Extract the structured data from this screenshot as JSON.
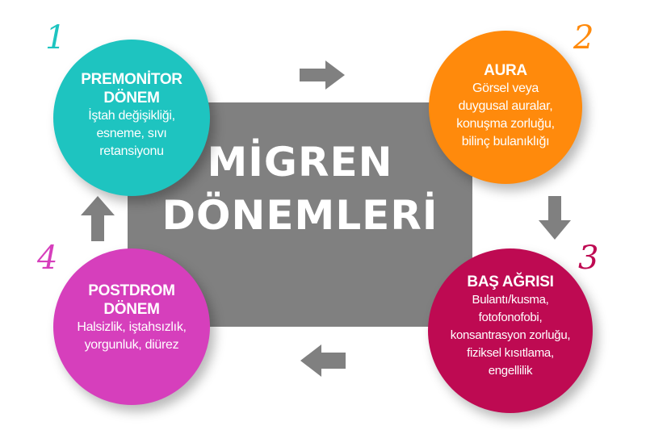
{
  "diagram": {
    "title_line1": "MİGREN",
    "title_line2": "DÖNEMLERİ",
    "colors": {
      "center_box": "#808080",
      "arrow": "#808080",
      "stage1": "#1ec4c0",
      "stage2": "#ff8a0c",
      "stage3": "#be0a52",
      "stage4": "#d63fbc"
    },
    "stages": [
      {
        "number": "1",
        "title_line1": "PREMONİTOR",
        "title_line2": "DÖNEM",
        "desc": [
          "İştah değişikliği,",
          "esneme, sıvı",
          "retansiyonu"
        ]
      },
      {
        "number": "2",
        "title_line1": "AURA",
        "desc": [
          "Görsel veya",
          "duygusal auralar,",
          "konuşma zorluğu,",
          "bilinç bulanıklığı"
        ]
      },
      {
        "number": "3",
        "title_line1": "BAŞ AĞRISI",
        "desc": [
          "Bulantı/kusma,",
          "fotofonofobi,",
          "konsantrasyon zorluğu,",
          "fiziksel kısıtlama,",
          "engellilik"
        ]
      },
      {
        "number": "4",
        "title_line1": "POSTDROM",
        "title_line2": "DÖNEM",
        "desc": [
          "Halsizlik, iştahsızlık,",
          "yorgunluk, diürez"
        ]
      }
    ],
    "arrows": [
      "arrow-right",
      "arrow-down",
      "arrow-left",
      "arrow-up"
    ]
  }
}
